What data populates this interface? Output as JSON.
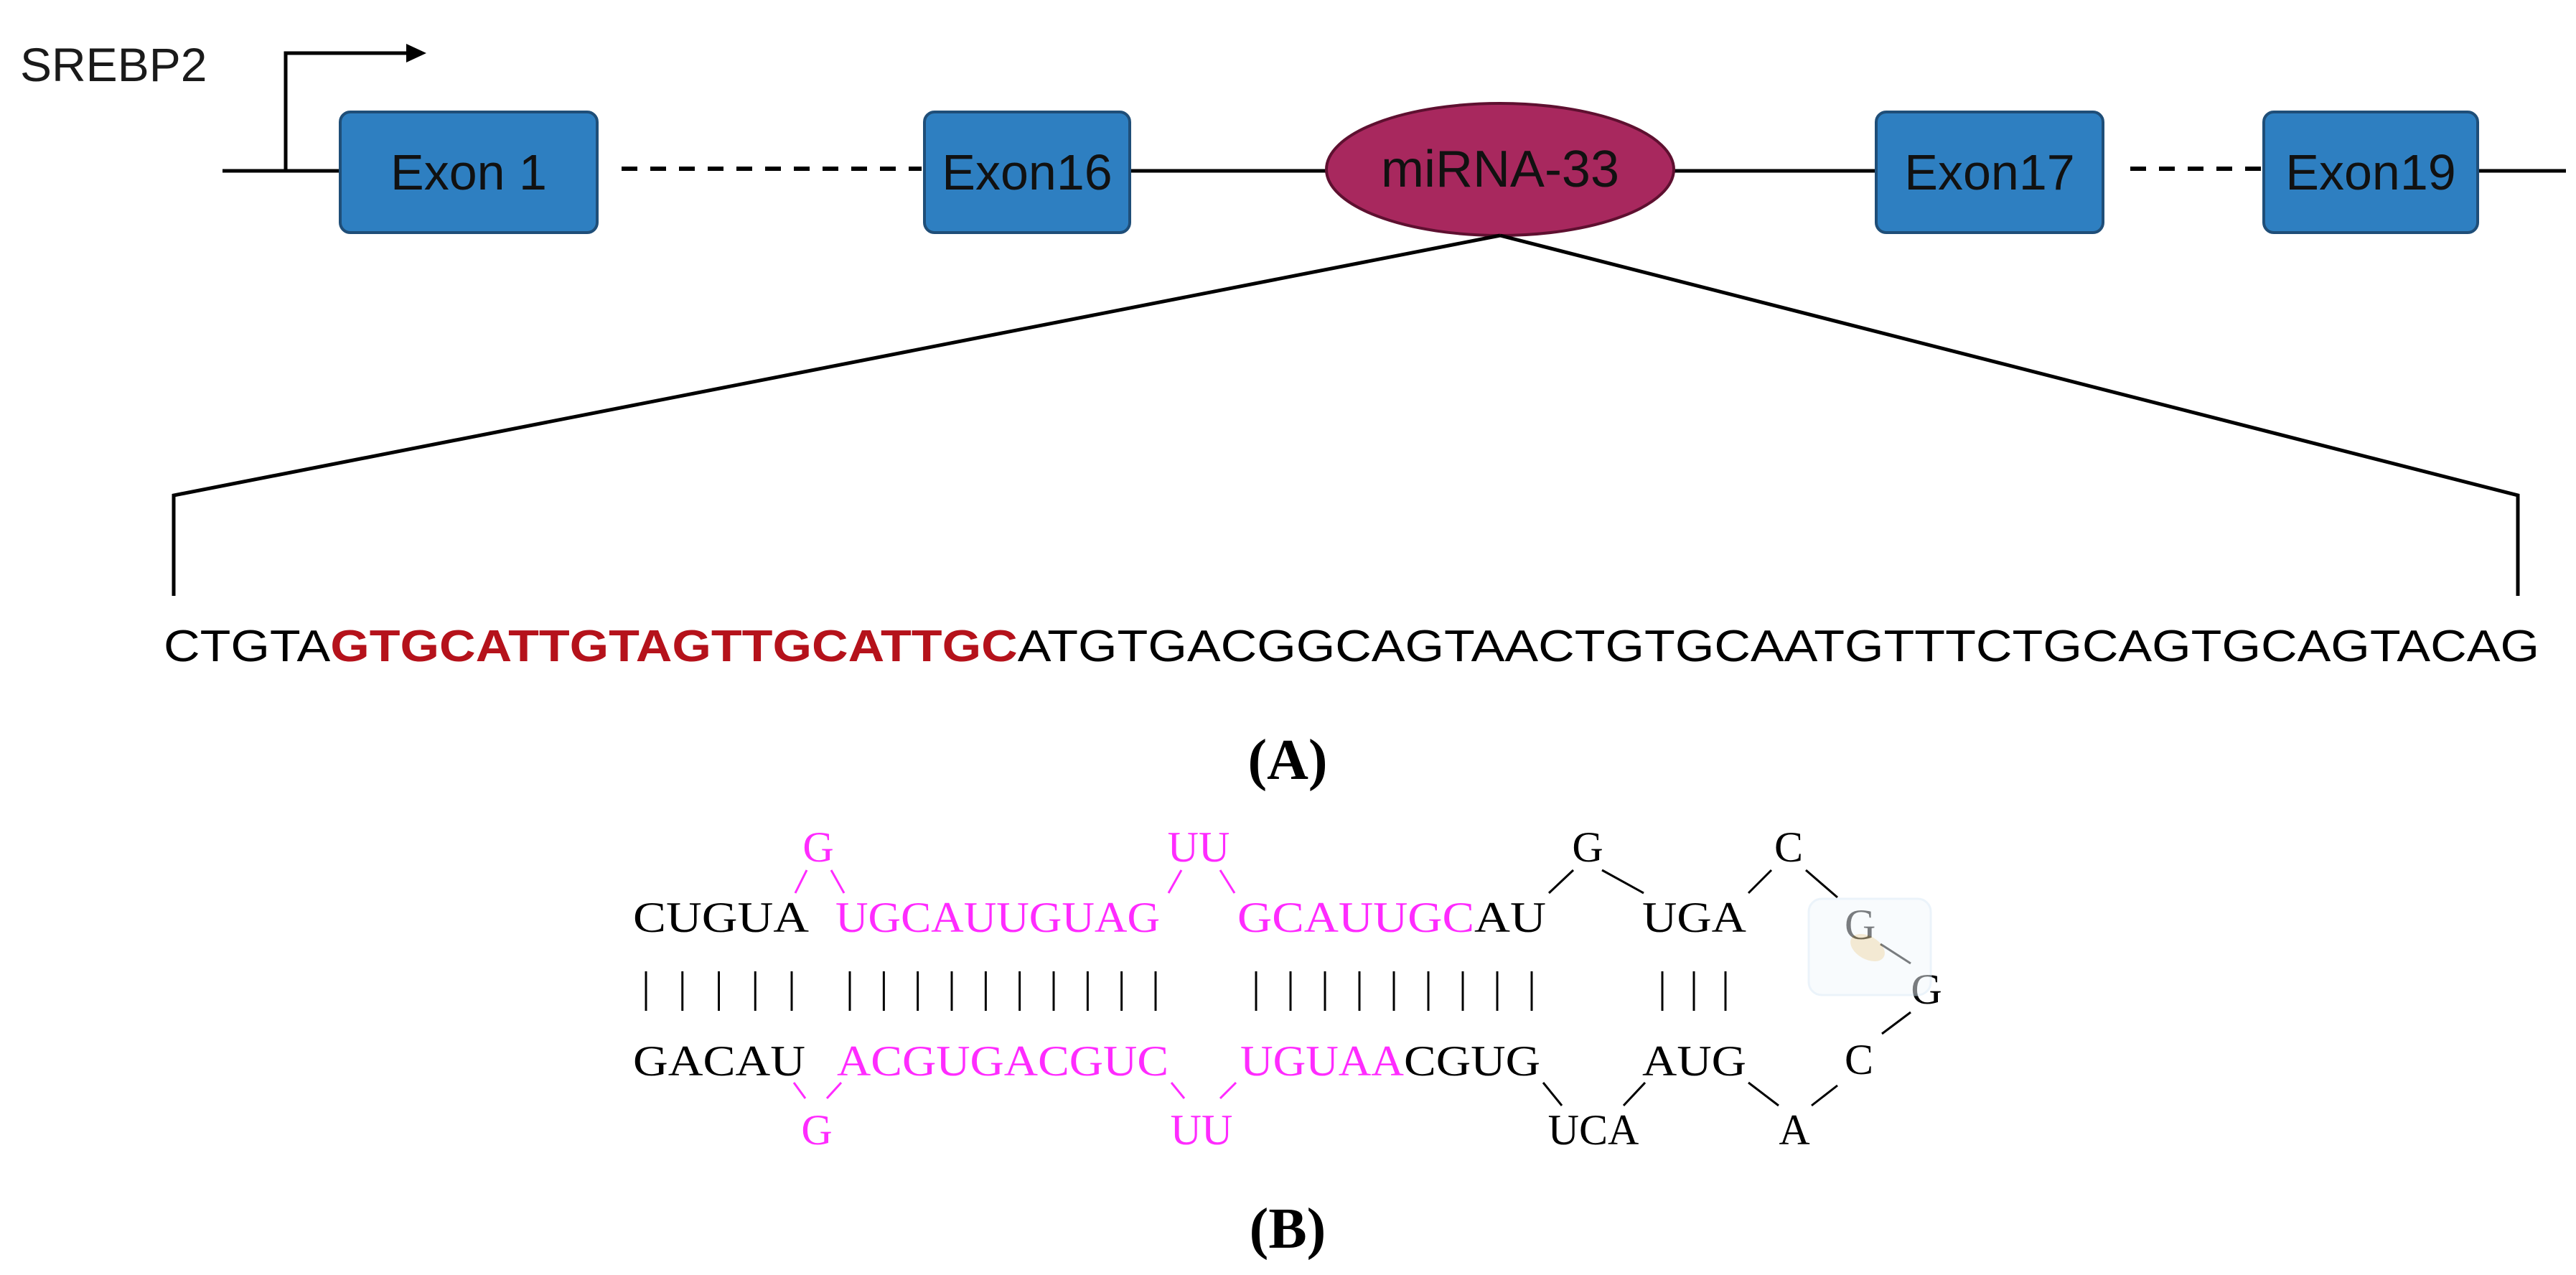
{
  "panel_a": {
    "gene_name": "SREBP2",
    "exons": [
      {
        "label": "Exon 1"
      },
      {
        "label": "Exon16"
      },
      {
        "label": "Exon17"
      },
      {
        "label": "Exon19"
      }
    ],
    "mirna_label": "miRNA-33",
    "sequence": {
      "prefix": "CTGTA",
      "mature": "GTGCATTGTAGTTGCATTGC",
      "suffix": "ATGTGACGGCAGTAACTGTGCAATGTTTCTGCAGTGCAGTACAG"
    },
    "caption": "(A)",
    "colors": {
      "exon_fill": "#2e7fc1",
      "mirna_fill": "#a8285e",
      "mature_seq": "#b5121b"
    }
  },
  "panel_b": {
    "top_loop_row": [
      "G",
      "UU",
      "G",
      "C"
    ],
    "top_row": [
      {
        "text": "CUGUA",
        "color": "black"
      },
      {
        "text": "UGCAUUGUAG",
        "color": "magenta"
      },
      {
        "text": "GCAUUGC",
        "color": "magenta"
      },
      {
        "text": "AU",
        "color": "black"
      },
      {
        "text": "UGA",
        "color": "black"
      },
      {
        "text": "G",
        "color": "black"
      }
    ],
    "pair_groups": [
      "|||||",
      "||||||||||",
      "|||||||||",
      "|||"
    ],
    "hairpin_tip": "G",
    "bottom_row": [
      {
        "text": "GACAU",
        "color": "black"
      },
      {
        "text": "ACGUGACGUC",
        "color": "magenta"
      },
      {
        "text": "UGUAA",
        "color": "magenta"
      },
      {
        "text": "CGUG",
        "color": "black"
      },
      {
        "text": "AUG",
        "color": "black"
      },
      {
        "text": "C",
        "color": "black"
      }
    ],
    "bottom_loop_row": [
      "G",
      "UU",
      "UCA",
      "A"
    ],
    "caption": "(B)",
    "colors": {
      "magenta": "#ff2bff",
      "black": "#000000"
    }
  }
}
